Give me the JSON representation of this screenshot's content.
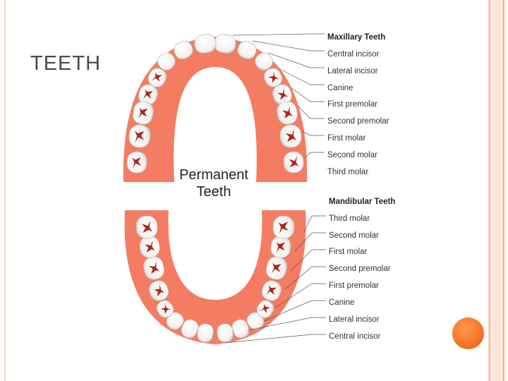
{
  "slide": {
    "title": "TEETH"
  },
  "diagram": {
    "center_label": [
      "Permanent",
      "Teeth"
    ],
    "maxillary": {
      "header": "Maxillary Teeth",
      "labels": [
        "Central incisor",
        "Lateral incisor",
        "Canine",
        "First premolar",
        "Second premolar",
        "First molar",
        "Second molar",
        "Third molar"
      ]
    },
    "mandibular": {
      "header": "Mandibular Teeth",
      "labels": [
        "Third molar",
        "Second molar",
        "First molar",
        "Second premolar",
        "First premolar",
        "Canine",
        "Lateral incisor",
        "Central incisor"
      ]
    }
  },
  "colors": {
    "gum": "#f47c62",
    "stripe_light": "#fde3d6",
    "stripe_dark": "#f4b89e",
    "accent_orb": "#f36d21"
  }
}
